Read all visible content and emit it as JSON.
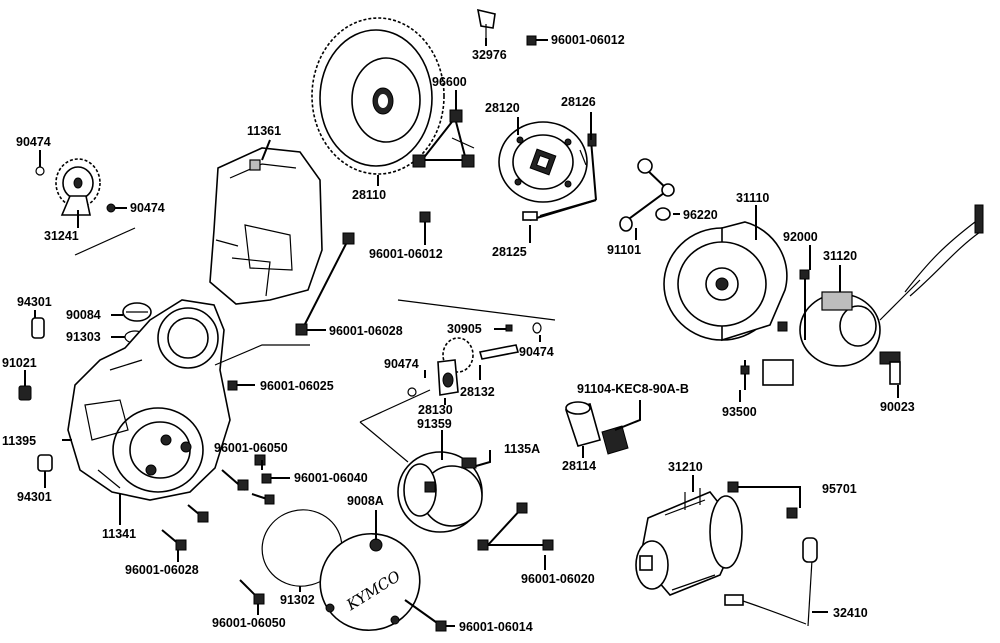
{
  "labels": {
    "p32976": "32976",
    "p96001_06012_top": "96001-06012",
    "p96600": "96600",
    "p28120": "28120",
    "p28126": "28126",
    "p90474_left": "90474",
    "p11361": "11361",
    "p90474_mid": "90474",
    "p28110": "28110",
    "p31241": "31241",
    "p96001_06012_mid": "96001-06012",
    "p28125": "28125",
    "p96220": "96220",
    "p91101": "91101",
    "p31110": "31110",
    "p92000": "92000",
    "p31120": "31120",
    "p94301_top": "94301",
    "p90084": "90084",
    "p91303": "91303",
    "p96001_06028_top": "96001-06028",
    "p30905": "30905",
    "p90474_right": "90474",
    "p91021": "91021",
    "p96001_06025": "96001-06025",
    "p90474_gear": "90474",
    "p28132": "28132",
    "p91104": "91104-KEC8-90A-B",
    "p28130": "28130",
    "p93500": "93500",
    "p90023": "90023",
    "p11395": "11395",
    "p96001_06050_top": "96001-06050",
    "p91359": "91359",
    "p1135A": "1135A",
    "p96001_06040": "96001-06040",
    "p28114": "28114",
    "p31210": "31210",
    "p95701": "95701",
    "p94301_bottom": "94301",
    "p9008A": "9008A",
    "p11341": "11341",
    "p96001_06028_bottom": "96001-06028",
    "p96001_06020": "96001-06020",
    "p91302": "91302",
    "p32410": "32410",
    "p96001_06050_bottom": "96001-06050",
    "p96001_06014": "96001-06014"
  },
  "cover_logo": "KYMCO"
}
